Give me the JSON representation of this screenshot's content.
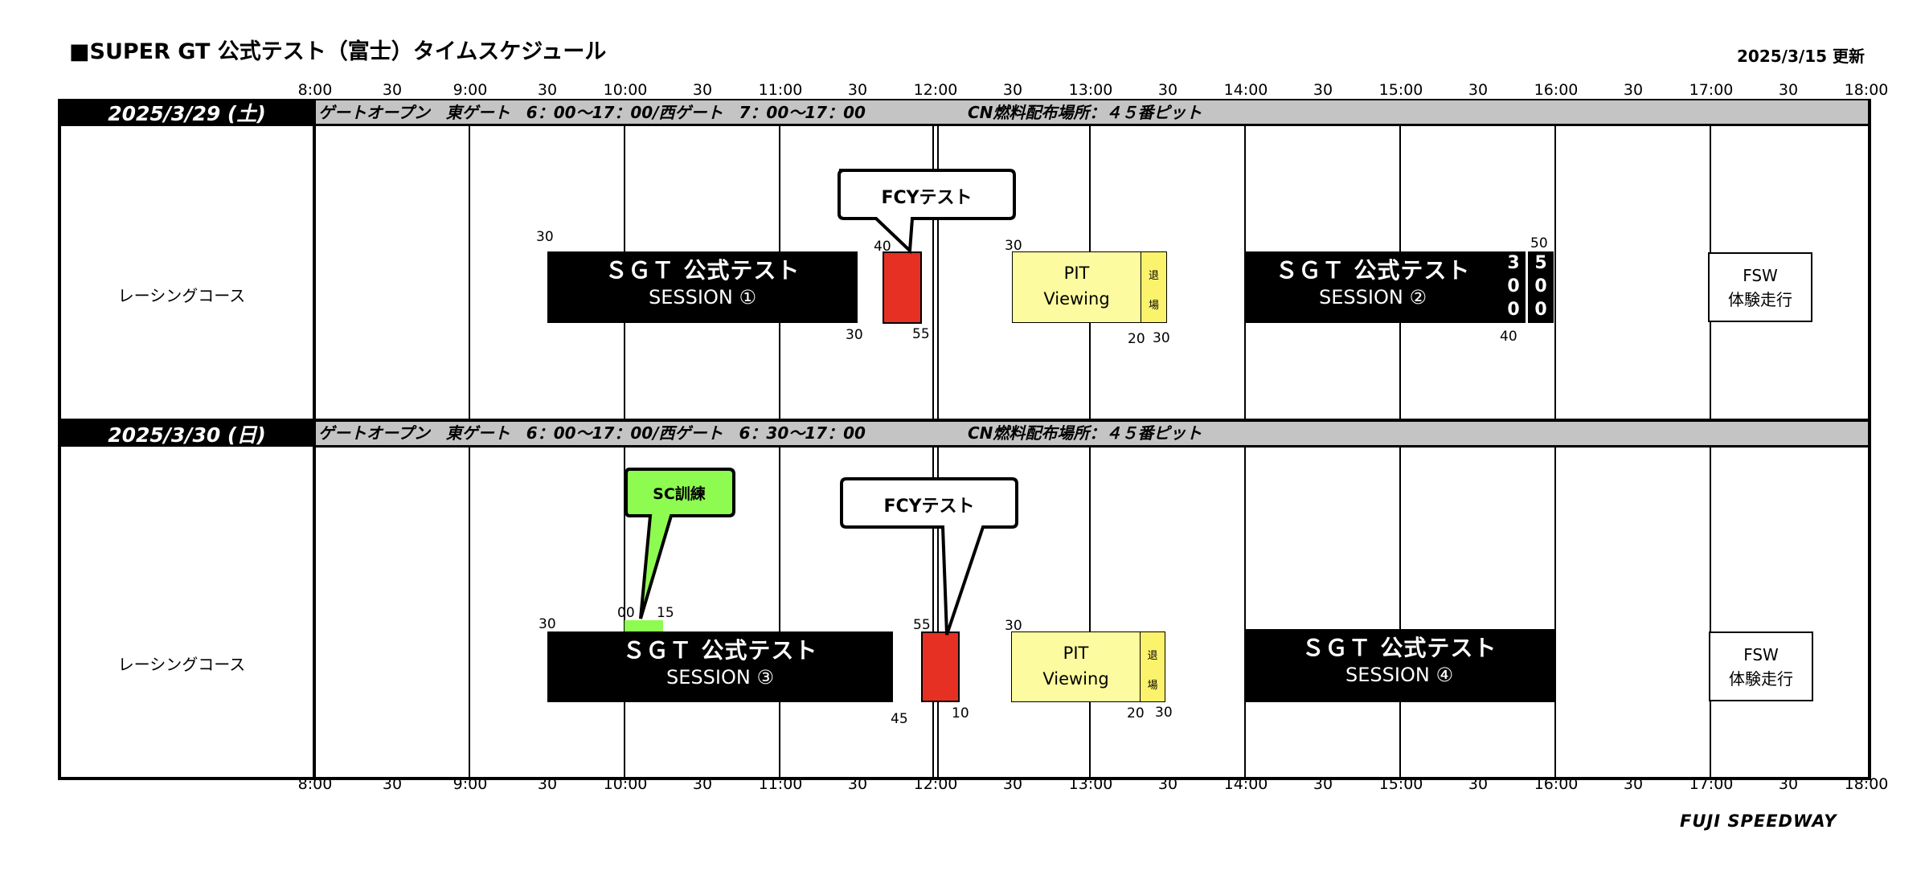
{
  "header": {
    "title": "■SUPER GT 公式テスト（富士）タイムスケジュール",
    "updated": "2025/3/15 更新"
  },
  "time_ticks": [
    "8:00",
    "30",
    "9:00",
    "30",
    "10:00",
    "30",
    "11:00",
    "30",
    "12:00",
    "30",
    "13:00",
    "30",
    "14:00",
    "30",
    "15:00",
    "30",
    "16:00",
    "30",
    "17:00",
    "30",
    "18:00"
  ],
  "days": [
    {
      "date": "2025/3/29 (土)",
      "gate": "ゲートオープン　東ゲート　6：00〜17：00/西ゲート　7：00〜17：00",
      "fuel": "CN燃料配布場所：４５番ピット",
      "row_label": "レーシングコース",
      "session": {
        "title": "ＳＧＴ 公式テスト",
        "name": "SESSION ①"
      },
      "session2": {
        "title": "ＳＧＴ 公式テスト",
        "name": "SESSION ②"
      },
      "callout": "FCYテスト",
      "pit": {
        "line1": "PIT",
        "line2": "Viewing",
        "side1": "退",
        "side2": "場"
      },
      "fsw": {
        "line1": "FSW",
        "line2": "体験走行"
      },
      "mini300": [
        "3",
        "0",
        "0"
      ],
      "mini500": [
        "5",
        "0",
        "0"
      ],
      "nums": {
        "s1_start": "30",
        "s1_end": "30",
        "fcy_start": "40",
        "fcy_end": "55",
        "pit_start": "30",
        "pit_a": "20",
        "pit_b": "30",
        "m300": "40",
        "m500": "50"
      }
    },
    {
      "date": "2025/3/30 (日)",
      "gate": "ゲートオープン　東ゲート　6：00〜17：00/西ゲート　6：30〜17：00",
      "fuel": "CN燃料配布場所：４５番ピット",
      "row_label": "レーシングコース",
      "session": {
        "title": "ＳＧＴ 公式テスト",
        "name": "SESSION ③"
      },
      "session2": {
        "title": "ＳＧＴ 公式テスト",
        "name": "SESSION ④"
      },
      "callout": "FCYテスト",
      "sc_callout": "SC訓練",
      "pit": {
        "line1": "PIT",
        "line2": "Viewing",
        "side1": "退",
        "side2": "場"
      },
      "fsw": {
        "line1": "FSW",
        "line2": "体験走行"
      },
      "nums": {
        "s3_start": "30",
        "s3_end": "45",
        "sc_start": "00",
        "sc_end": "15",
        "fcy_start": "55",
        "fcy_end": "10",
        "pit_start": "30",
        "pit_a": "20",
        "pit_b": "30"
      }
    }
  ],
  "footer": {
    "logo": "FUJI SPEEDWAY"
  },
  "colors": {
    "fcy": "#e53023",
    "pit": "#fdfb9f",
    "sc": "#8efb51",
    "info_bar": "#c4c4c4"
  }
}
